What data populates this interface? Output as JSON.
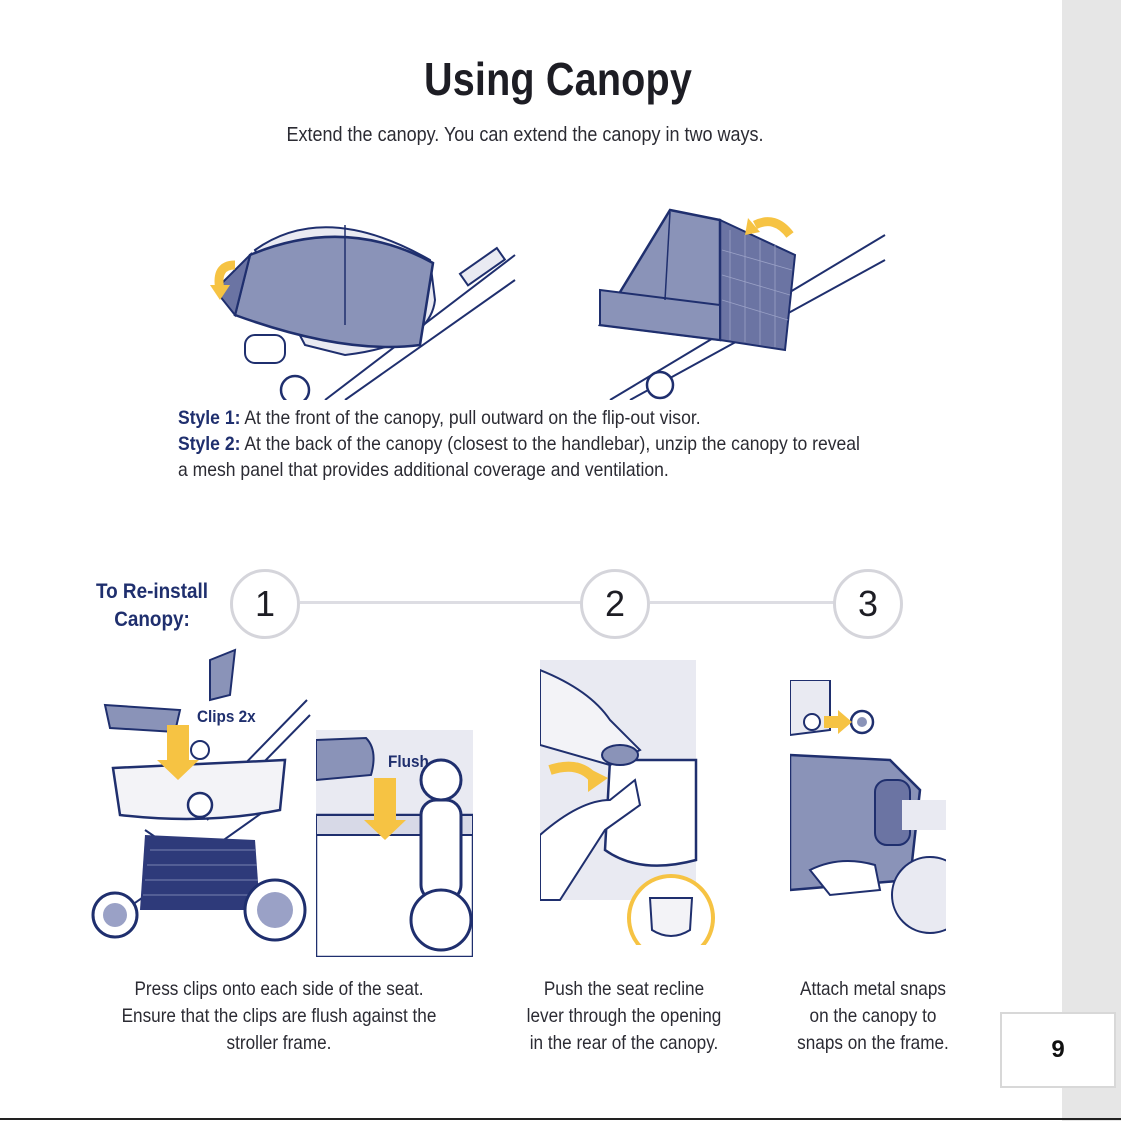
{
  "page": {
    "title": "Using Canopy",
    "subtitle": "Extend the canopy. You can extend the canopy in two ways.",
    "page_number": "9"
  },
  "styles": {
    "style1_label": "Style 1:",
    "style1_text": " At the front of the canopy, pull outward on the flip-out visor.",
    "style2_label": "Style 2:",
    "style2_text": " At the back of the canopy (closest to the handlebar), unzip the canopy to reveal a mesh panel that provides additional coverage and ventilation."
  },
  "reinstall": {
    "heading_line1": "To Re-install",
    "heading_line2": "Canopy:",
    "steps": [
      {
        "number": "1",
        "callouts": [
          "Clips 2x",
          "Flush"
        ],
        "caption_lines": [
          "Press clips onto each side of the seat.",
          "Ensure that the clips are flush against the",
          "stroller frame."
        ]
      },
      {
        "number": "2",
        "caption_lines": [
          "Push the seat recline",
          "lever through the opening",
          "in the rear of the canopy."
        ]
      },
      {
        "number": "3",
        "caption_lines": [
          "Attach metal snaps",
          "on the canopy to",
          "snaps on the frame."
        ]
      }
    ]
  },
  "colors": {
    "canopy": "#8a93b8",
    "outline": "#1f2f6e",
    "arrow": "#f6c343",
    "panel": "#e9eaf2",
    "mesh": "#6b74a3"
  }
}
